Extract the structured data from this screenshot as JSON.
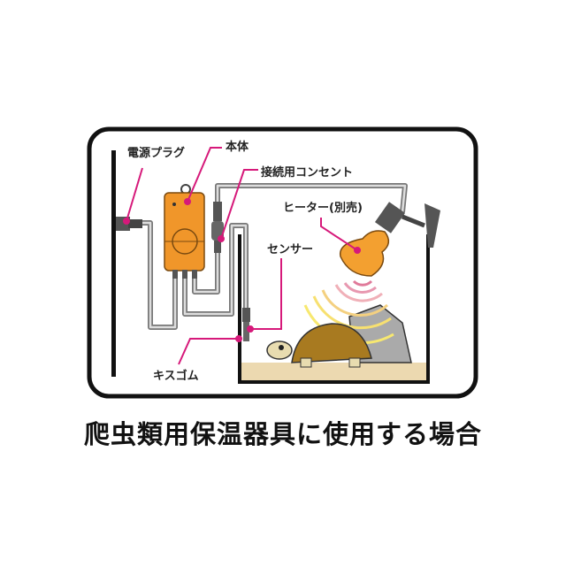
{
  "labels": {
    "power_plug": "電源プラグ",
    "main_unit": "本体",
    "connection_outlet": "接続用コンセント",
    "heater": "ヒーター(別売)",
    "sensor": "センサー",
    "suction_cup": "キスゴム"
  },
  "caption": "爬虫類用保温器具に使用する場合",
  "colors": {
    "accent": "#d6197a",
    "unit": "#f0962a",
    "cable": "#8a8a8a"
  }
}
